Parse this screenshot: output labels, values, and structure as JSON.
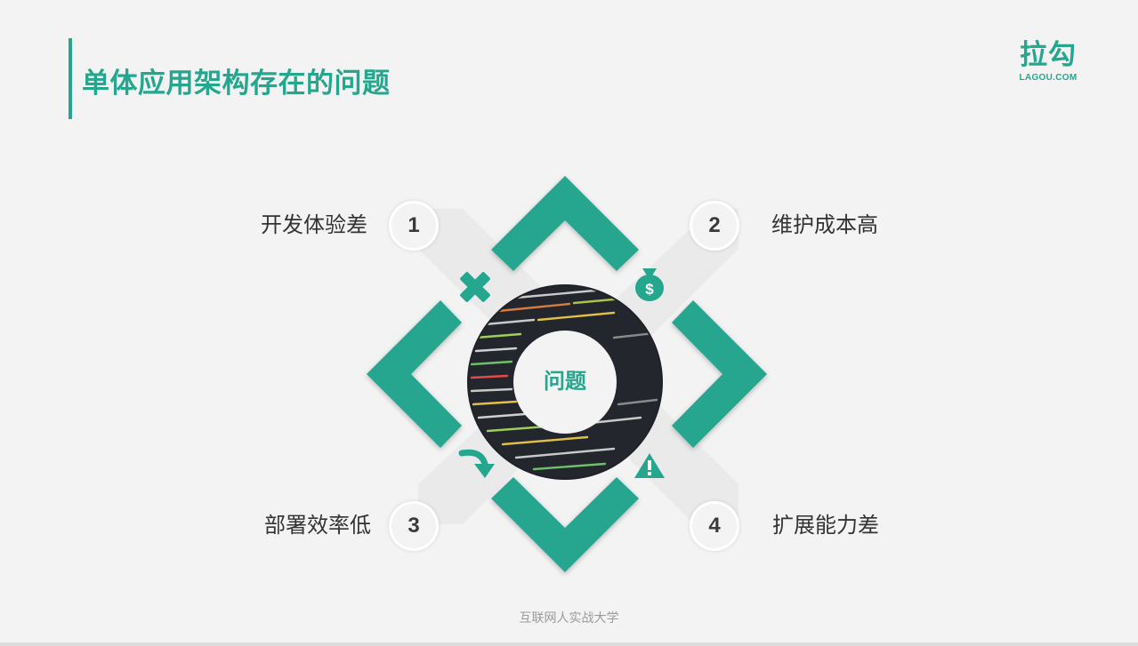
{
  "title": "单体应用架构存在的问题",
  "logo": {
    "main": "拉勾",
    "sub": "LAGOU.COM"
  },
  "center_label": "问题",
  "items": [
    {
      "number": "1",
      "label": "开发体验差",
      "icon": "close-icon"
    },
    {
      "number": "2",
      "label": "维护成本高",
      "icon": "money-bag-icon"
    },
    {
      "number": "3",
      "label": "部署效率低",
      "icon": "curved-arrow-icon"
    },
    {
      "number": "4",
      "label": "扩展能力差",
      "icon": "warning-icon"
    }
  ],
  "footer": "互联网人实战大学",
  "colors": {
    "accent": "#25a68f",
    "background": "#f3f3f3",
    "text": "#333333"
  }
}
